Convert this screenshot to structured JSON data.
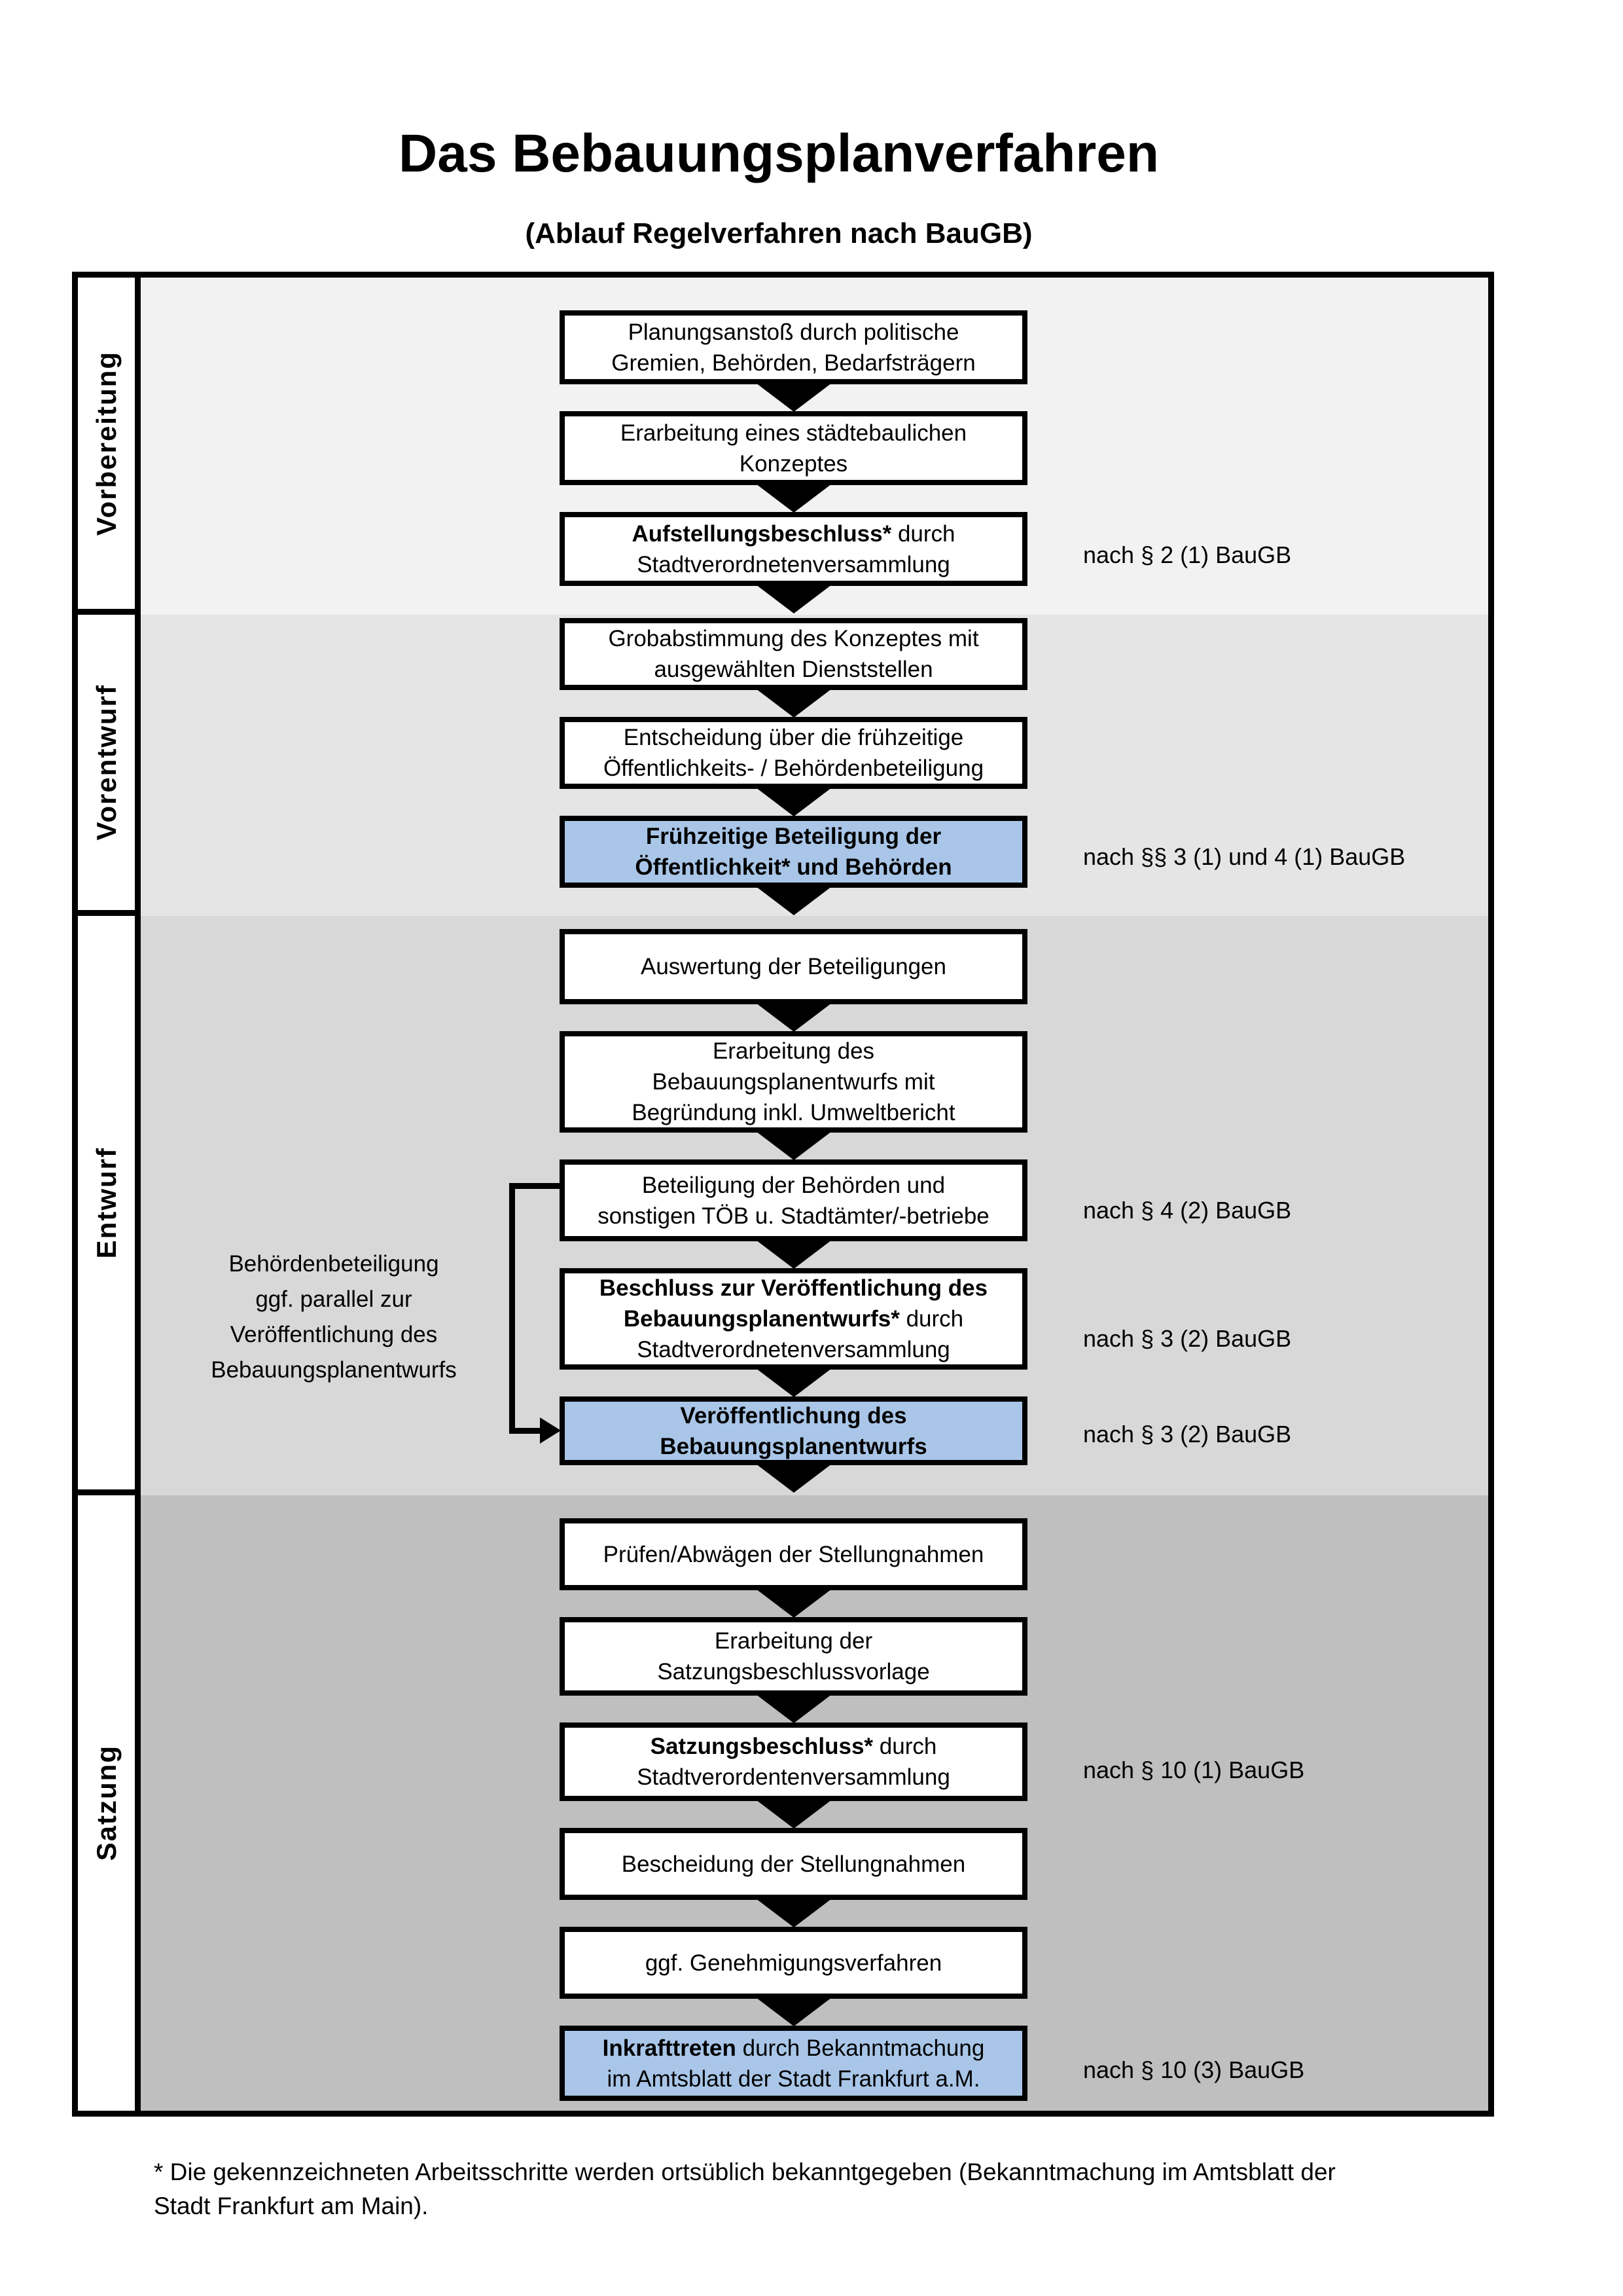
{
  "title": "Das Bebauungsplanverfahren",
  "subtitle": "(Ablauf Regelverfahren nach BauGB)",
  "footnote": "* Die gekennzeichneten Arbeitsschritte werden ortsüblich bekanntgegeben (Bekanntmachung im Amtsblatt  der Stadt Frankfurt am Main).",
  "colors": {
    "highlight_box": "#a9c6e8",
    "phase_vorbereitung_bg": "#f2f2f2",
    "phase_vorentwurf_bg": "#e5e5e5",
    "phase_entwurf_bg": "#d8d8d8",
    "phase_satzung_bg": "#bfbfbf"
  },
  "phases": [
    {
      "label": "Vorbereitung",
      "steps": [
        {
          "bold": "",
          "text": "Planungsanstoß durch politische\nGremien, Behörden, Bedarfsträgern",
          "ref": ""
        },
        {
          "bold": "",
          "text": "Erarbeitung eines städtebaulichen\nKonzeptes",
          "ref": ""
        },
        {
          "bold": "Aufstellungsbeschluss*",
          "text": " durch\nStadtverordnetenversammlung",
          "ref": "nach § 2 (1) BauGB"
        }
      ]
    },
    {
      "label": "Vorentwurf",
      "steps": [
        {
          "bold": "",
          "text": "Grobabstimmung des Konzeptes mit\nausgewählten Dienststellen",
          "ref": ""
        },
        {
          "bold": "",
          "text": "Entscheidung über die frühzeitige\nÖffentlichkeits- / Behördenbeteiligung",
          "ref": ""
        },
        {
          "bold": "Frühzeitige Beteiligung der\nÖffentlichkeit* und Behörden",
          "text": "",
          "ref": "nach §§ 3 (1) und 4 (1) BauGB",
          "highlighted": true
        }
      ]
    },
    {
      "label": "Entwurf",
      "side_note": "Behördenbeteiligung\nggf. parallel zur\nVeröffentlichung des\nBebauungsplanentwurfs",
      "steps": [
        {
          "bold": "",
          "text": "Auswertung der Beteiligungen",
          "ref": ""
        },
        {
          "bold": "",
          "text": "Erarbeitung des\nBebauungsplanentwurfs mit\nBegründung inkl. Umweltbericht",
          "ref": ""
        },
        {
          "bold": "",
          "text": "Beteiligung der Behörden und\nsonstigen TÖB u. Stadtämter/-betriebe",
          "ref": "nach § 4 (2) BauGB"
        },
        {
          "bold": "Beschluss zur Veröffentlichung des\nBebauungsplanentwurfs*",
          "text": " durch\nStadtverordnetenversammlung",
          "ref": "nach § 3 (2) BauGB"
        },
        {
          "bold": "Veröffentlichung des\nBebauungsplanentwurfs",
          "text": "",
          "ref": "nach § 3 (2) BauGB",
          "highlighted": true
        }
      ]
    },
    {
      "label": "Satzung",
      "steps": [
        {
          "bold": "",
          "text": "Prüfen/Abwägen der Stellungnahmen",
          "ref": ""
        },
        {
          "bold": "",
          "text": "Erarbeitung der\nSatzungsbeschlussvorlage",
          "ref": ""
        },
        {
          "bold": "Satzungsbeschluss*",
          "text": " durch\nStadtverordentenversammlung",
          "ref": "nach § 10 (1) BauGB"
        },
        {
          "bold": "",
          "text": "Bescheidung der Stellungnahmen",
          "ref": ""
        },
        {
          "bold": "",
          "text": "ggf. Genehmigungsverfahren",
          "ref": ""
        },
        {
          "bold": "Inkrafttreten",
          "text": " durch Bekanntmachung\nim Amtsblatt der Stadt Frankfurt a.M.",
          "ref": "nach § 10 (3) BauGB",
          "highlighted": true
        }
      ]
    }
  ]
}
